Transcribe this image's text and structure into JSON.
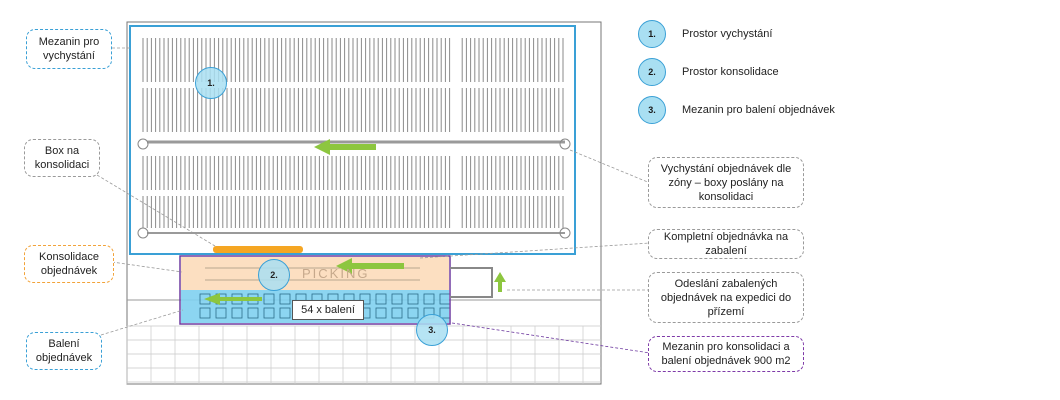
{
  "legend": [
    {
      "number": "1.",
      "label": "Prostor vychystání"
    },
    {
      "number": "2.",
      "label": "Prostor konsolidace"
    },
    {
      "number": "3.",
      "label": "Mezanin pro balení objednávek"
    }
  ],
  "markers": {
    "one": "1.",
    "two": "2.",
    "three": "3."
  },
  "callouts": {
    "mezanin_picking": "Mezanin pro vychystání",
    "box_konsolidace": "Box na konsolidaci",
    "konsolidace": "Konsolidace objednávek",
    "baleni": "Balení objednávek",
    "vychystani_zony": "Vychystání objednávek dle zóny – boxy poslány na konsolidaci",
    "kompletni": "Kompletní objednávka na zabalení",
    "odeslani": "Odeslání zabalených objednávek na expedici do přízemí",
    "mezanin_baleni": "Mezanin pro konsolidaci a balení objednávek 900 m2"
  },
  "plan": {
    "stations_label": "54 x balení",
    "faint_text": "PICKING"
  },
  "colors": {
    "picking_frame": "#3aa0d6",
    "consolidation_fill": "#fbd9b6",
    "packing_fill": "#7fd0f0",
    "purple_frame": "#6f3ca0",
    "arrow_green": "#8dc63f",
    "conveyor_orange": "#f5a623"
  }
}
